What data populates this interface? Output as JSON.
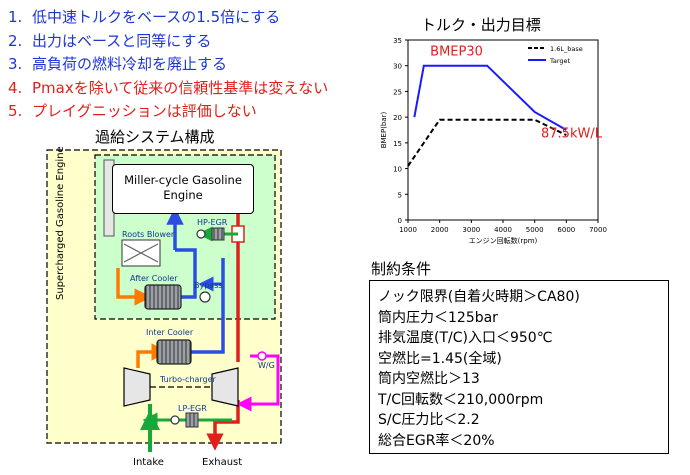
{
  "goals": [
    {
      "num": "1.",
      "text": "低中速トルクをベースの1.5倍にする",
      "color": "#1d35d8"
    },
    {
      "num": "2.",
      "text": "出力はベースと同等にする",
      "color": "#1d35d8"
    },
    {
      "num": "3.",
      "text": "高負荷の燃料冷却を廃止する",
      "color": "#1d35d8"
    },
    {
      "num": "4.",
      "text": "Pmaxを除いて従来の信頼性基準は変えない",
      "color": "#e0201b"
    },
    {
      "num": "5.",
      "text": "プレイグニッションは評価しない",
      "color": "#e0201b"
    }
  ],
  "diagram": {
    "title": "過給システム構成",
    "outer_label": "Supercharged Gasoline Engine",
    "engine_label_1": "Miller-cycle Gasoline",
    "engine_label_2": "Engine",
    "hp_egr": "HP-EGR",
    "roots_blower": "Roots Blower",
    "after_cooler": "After Cooler",
    "bypass": "Bypass",
    "inter_cooler": "Inter Cooler",
    "turbo": "Turbo-charger",
    "wg": "W/G",
    "lp_egr": "LP-EGR",
    "intake": "Intake",
    "exhaust": "Exhaust"
  },
  "chart_title": "トルク・出力目標",
  "chart_data": {
    "type": "line",
    "title": "トルク・出力目標",
    "xlabel": "エンジン回転数(rpm)",
    "ylabel": "BMEP(bar)",
    "xlim": [
      1000,
      7000
    ],
    "ylim": [
      0,
      35
    ],
    "xticks": [
      1000,
      2000,
      3000,
      4000,
      5000,
      6000,
      7000
    ],
    "yticks": [
      0,
      5,
      10,
      15,
      20,
      25,
      30,
      35
    ],
    "legend_position": "top-right",
    "series": [
      {
        "name": "1.6L_base",
        "style": "dashed",
        "color": "#000000",
        "x": [
          1000,
          2000,
          5000,
          6000
        ],
        "y": [
          10.5,
          19.5,
          19.5,
          16.5
        ]
      },
      {
        "name": "Target",
        "style": "solid",
        "color": "#1a1aff",
        "x": [
          1200,
          1500,
          3500,
          5000,
          6000
        ],
        "y": [
          20,
          30,
          30,
          21,
          17.5
        ]
      }
    ],
    "annotations": [
      {
        "text": "BMEP30",
        "x": 1700,
        "y": 32,
        "color": "#e0201b"
      },
      {
        "text": "87.5kW/L",
        "x": 5200,
        "y": 16,
        "color": "#e0201b"
      }
    ]
  },
  "constraints": {
    "title": "制約条件",
    "items": [
      "ノック限界(自着火時期＞CA80)",
      "筒内圧力＜125bar",
      "排気温度(T/C)入口＜950℃",
      "空燃比=1.45(全域)",
      "筒内空燃比＞13",
      "T/C回転数＜210,000rpm",
      "S/C圧力比＜2.2",
      "総合EGR率＜20%"
    ]
  }
}
